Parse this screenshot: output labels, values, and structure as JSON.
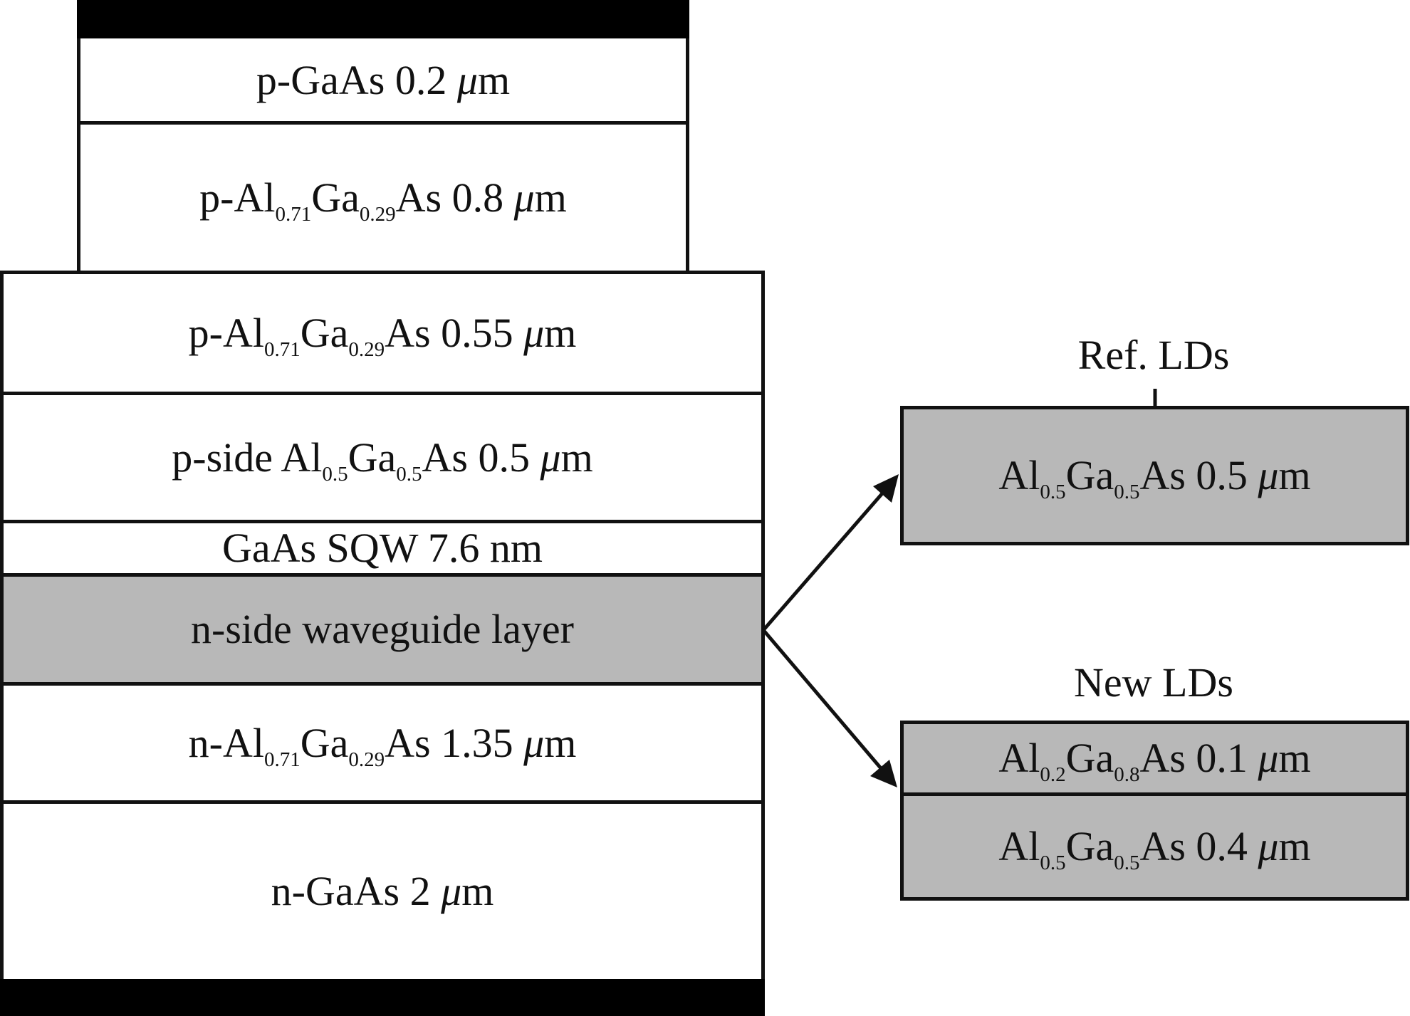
{
  "layers": {
    "p_gaas": {
      "prefix": "p-GaAs 0.2 ",
      "unit": "m"
    },
    "p_algaas_08": {
      "prefix": "p-Al",
      "s1": "0.71",
      "mid": "Ga",
      "s2": "0.29",
      "suffix": "As 0.8 ",
      "unit": "m"
    },
    "p_algaas_055": {
      "prefix": "p-Al",
      "s1": "0.71",
      "mid": "Ga",
      "s2": "0.29",
      "suffix": "As 0.55 ",
      "unit": "m"
    },
    "p_side": {
      "prefix": "p-side Al",
      "s1": "0.5",
      "mid": "Ga",
      "s2": "0.5",
      "suffix": "As 0.5 ",
      "unit": "m"
    },
    "sqw": {
      "text": "GaAs SQW 7.6 nm"
    },
    "n_waveguide": {
      "text": "n-side waveguide layer"
    },
    "n_algaas": {
      "prefix": "n-Al",
      "s1": "0.71",
      "mid": "Ga",
      "s2": "0.29",
      "suffix": "As 1.35 ",
      "unit": "m"
    },
    "n_gaas": {
      "prefix": "n-GaAs 2 ",
      "unit": "m"
    }
  },
  "mu": "μ",
  "ref_lds": {
    "title": "Ref. LDs",
    "layer": {
      "prefix": "Al",
      "s1": "0.5",
      "mid": "Ga",
      "s2": "0.5",
      "suffix": "As 0.5 ",
      "unit": "m"
    }
  },
  "new_lds": {
    "title": "New LDs",
    "top": {
      "prefix": "Al",
      "s1": "0.2",
      "mid": "Ga",
      "s2": "0.8",
      "suffix": "As 0.1 ",
      "unit": "m"
    },
    "bottom": {
      "prefix": "Al",
      "s1": "0.5",
      "mid": "Ga",
      "s2": "0.5",
      "suffix": "As 0.4 ",
      "unit": "m"
    }
  },
  "colors": {
    "highlight": "#b8b8b8",
    "contact": "#000000",
    "line": "#111111"
  }
}
